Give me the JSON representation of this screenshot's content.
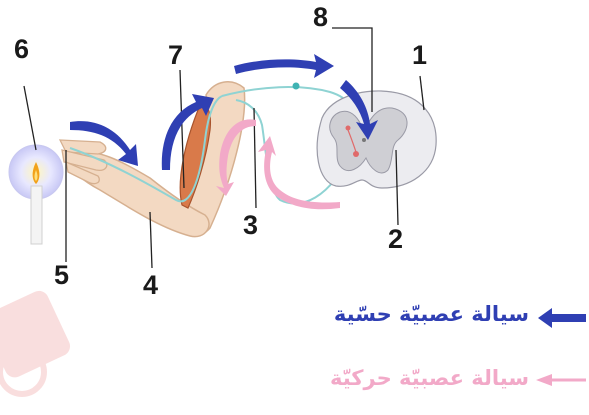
{
  "labels": {
    "n1": "1",
    "n2": "2",
    "n3": "3",
    "n4": "4",
    "n5": "5",
    "n6": "6",
    "n7": "7",
    "n8": "8"
  },
  "legend": {
    "sensory": {
      "text": "سيالة عصبيّة حسّية",
      "color": "#2f3fb3"
    },
    "motor": {
      "text": "سيالة عصبيّة حركيّة",
      "color": "#f2a9c8"
    }
  },
  "colors": {
    "sensory_arrow": "#2f3fb3",
    "motor_arrow": "#f2a9c8",
    "skin": "#f3d9c2",
    "muscle": "#d97a4a",
    "nerve": "#8fd3d3",
    "spinal_grey": "#cfcfd4",
    "spinal_white": "#ececf0"
  }
}
